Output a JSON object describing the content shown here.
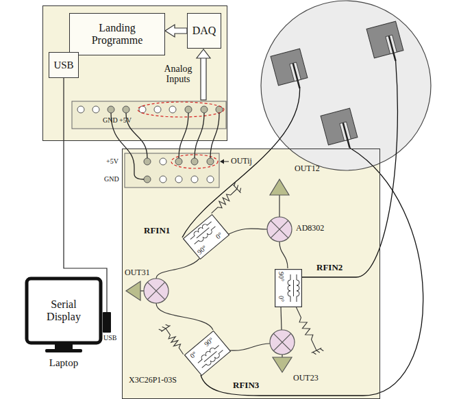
{
  "diagram": {
    "nodes": [
      {
        "text": [
          "Analog Inputs"
        ]
      },
      {
        "text": [
          "Landing Programme"
        ],
        "in": 0
      },
      {
        "text": [
          "DAQ"
        ],
        "in": 0
      },
      {
        "text": [
          "USB"
        ],
        "in": 0
      },
      {
        "text": [
          "X3C26P1-03S"
        ]
      },
      {
        "text": [
          "90°",
          "0°"
        ],
        "in": 4
      },
      {
        "text": [
          "90°",
          "0°"
        ],
        "in": 4
      },
      {
        "text": [
          "0°",
          "90°"
        ],
        "in": 4
      },
      {
        "text": [
          "Serial Display",
          "Laptop"
        ]
      }
    ],
    "edges": [
      {
        "from": 2,
        "to": 1,
        "arrow": "to"
      },
      {
        "from": 3,
        "to": 8,
        "arrow": "none"
      }
    ],
    "labels": [
      "GND",
      "+5V",
      "+5V",
      "GND",
      "OUTij",
      "RFIN1",
      "OUT12",
      "AD8302",
      "RFIN2",
      "OUT31",
      "OUT23",
      "RFIN3",
      "USB"
    ]
  }
}
